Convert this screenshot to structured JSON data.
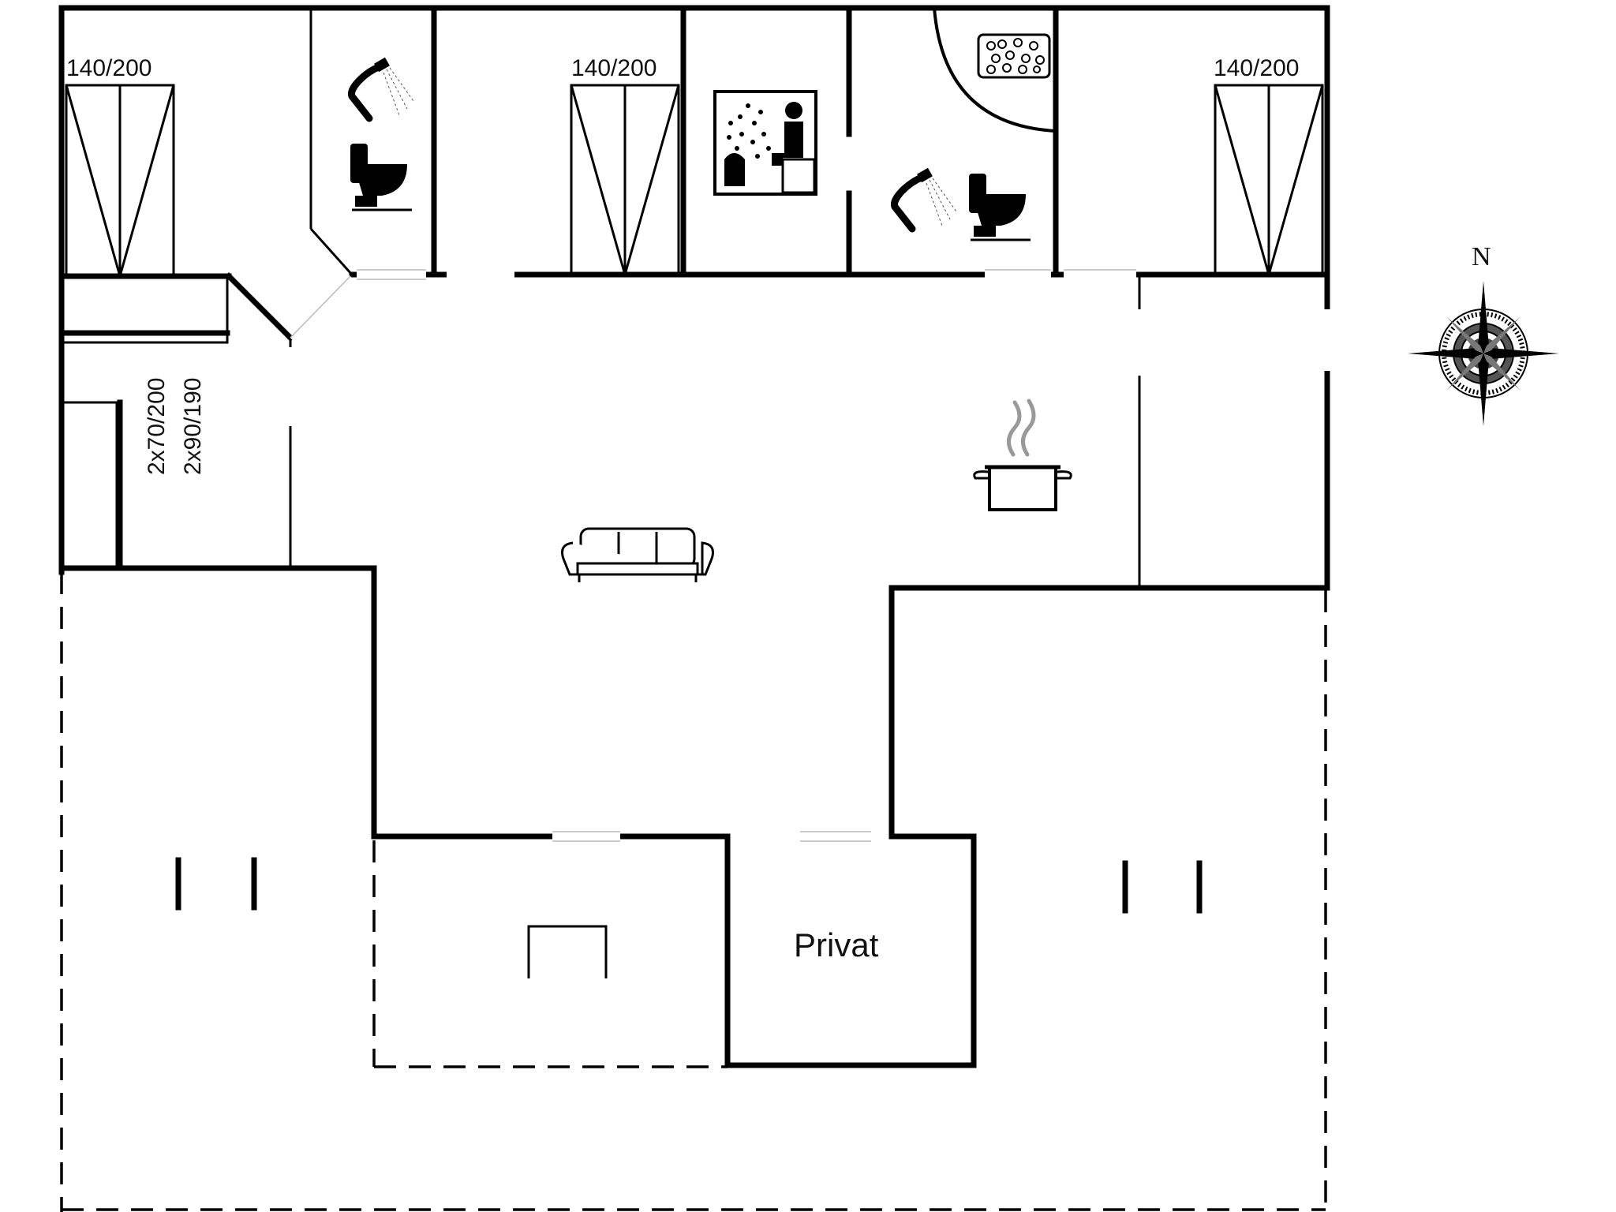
{
  "labels": {
    "bed_1": "140/200",
    "bed_2": "140/200",
    "bed_3": "140/200",
    "bunk_a": "2x70/200",
    "bunk_b": "2x90/190",
    "privat": "Privat",
    "compass_north": "N"
  },
  "icons": [
    "shower-icon",
    "toilet-icon",
    "sauna-icon",
    "shower-icon",
    "toilet-icon",
    "spa-icon",
    "cooking-pot-icon",
    "sofa-icon",
    "compass-icon"
  ]
}
